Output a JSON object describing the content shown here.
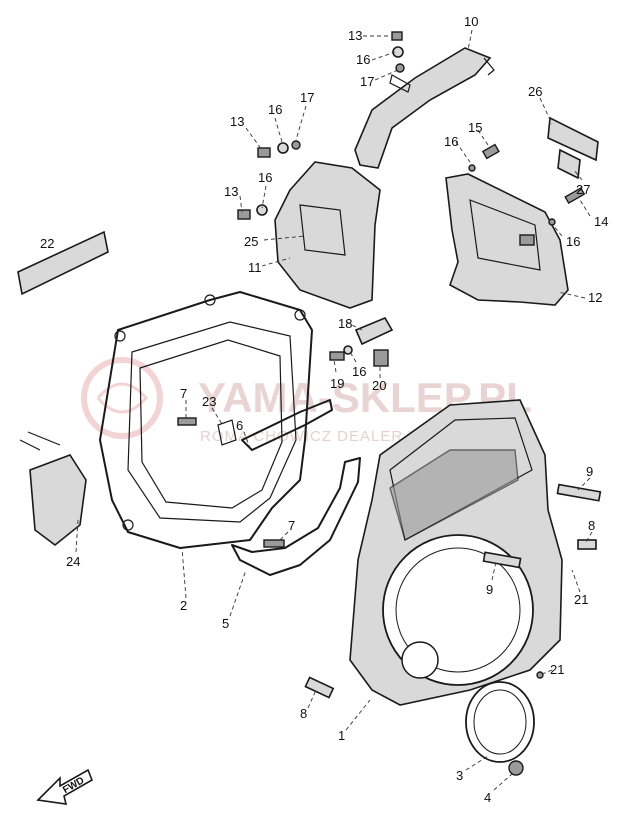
{
  "watermark": {
    "brand": "YAMA-SKLEP.PL",
    "subtitle": "ROMA   CHOWICZ   DEALER   YAMAHA"
  },
  "fwd_arrow": "FWD",
  "label_plate_text": "",
  "callouts": [
    {
      "id": "c13a",
      "text": "13"
    },
    {
      "id": "c16a",
      "text": "16"
    },
    {
      "id": "c17a",
      "text": "17"
    },
    {
      "id": "c10",
      "text": "10"
    },
    {
      "id": "c26",
      "text": "26"
    },
    {
      "id": "c13b",
      "text": "13"
    },
    {
      "id": "c16b",
      "text": "16"
    },
    {
      "id": "c17b",
      "text": "17"
    },
    {
      "id": "c15",
      "text": "15"
    },
    {
      "id": "c16c",
      "text": "16"
    },
    {
      "id": "c27",
      "text": "27"
    },
    {
      "id": "c13c",
      "text": "13"
    },
    {
      "id": "c16d",
      "text": "16"
    },
    {
      "id": "c14",
      "text": "14"
    },
    {
      "id": "c16e",
      "text": "16"
    },
    {
      "id": "c22",
      "text": "22"
    },
    {
      "id": "c25",
      "text": "25"
    },
    {
      "id": "c11",
      "text": "11"
    },
    {
      "id": "c12",
      "text": "12"
    },
    {
      "id": "c18",
      "text": "18"
    },
    {
      "id": "c19",
      "text": "19"
    },
    {
      "id": "c16f",
      "text": "16"
    },
    {
      "id": "c20",
      "text": "20"
    },
    {
      "id": "c7a",
      "text": "7"
    },
    {
      "id": "c23",
      "text": "23"
    },
    {
      "id": "c6",
      "text": "6"
    },
    {
      "id": "c9a",
      "text": "9"
    },
    {
      "id": "c8a",
      "text": "8"
    },
    {
      "id": "c24",
      "text": "24"
    },
    {
      "id": "c7b",
      "text": "7"
    },
    {
      "id": "c9b",
      "text": "9"
    },
    {
      "id": "c21a",
      "text": "21"
    },
    {
      "id": "c2",
      "text": "2"
    },
    {
      "id": "c5",
      "text": "5"
    },
    {
      "id": "c21b",
      "text": "21"
    },
    {
      "id": "c8b",
      "text": "8"
    },
    {
      "id": "c1",
      "text": "1"
    },
    {
      "id": "c3",
      "text": "3"
    },
    {
      "id": "c4",
      "text": "4"
    }
  ]
}
